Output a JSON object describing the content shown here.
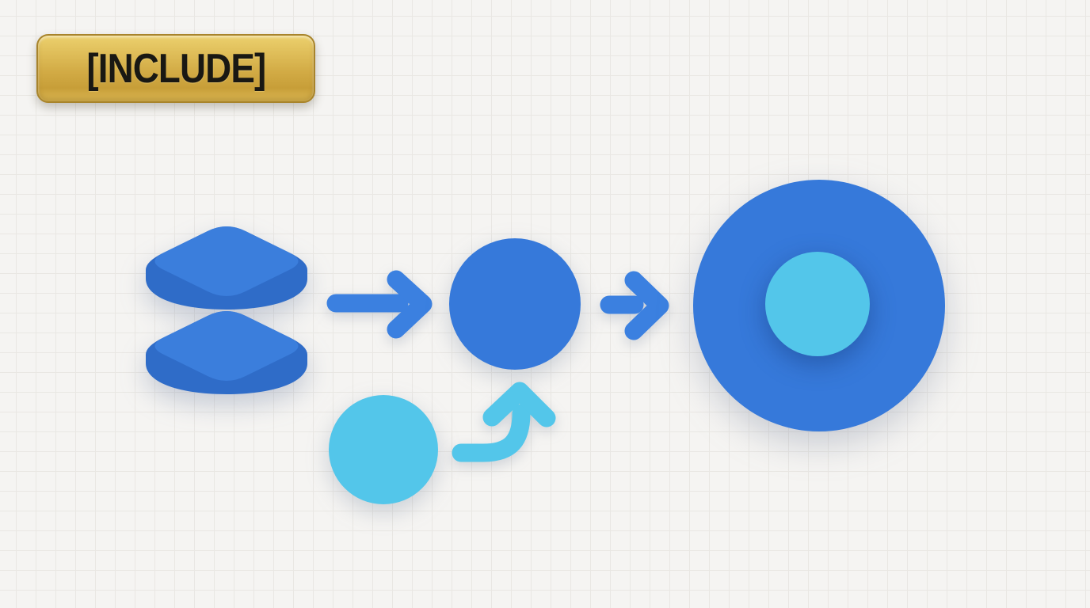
{
  "badge": {
    "label": "[INCLUDE]"
  },
  "colors": {
    "bg": "#F5F4F2",
    "grid": "#E9E7E3",
    "primary-blue": "#3679DA",
    "arrow-blue": "#3B80E0",
    "accent-cyan": "#53C6EA",
    "db-top": "#3B7EDC",
    "db-side": "#2F6CC8",
    "badge-gold-light": "#ECD06D",
    "badge-gold": "#D2AB45",
    "badge-gold-dark": "#C79E38",
    "badge-gold-lip": "#DDB955",
    "badge-border": "#A8842B",
    "badge-text": "#191813"
  },
  "diagram": {
    "nodes": [
      {
        "id": "database-stack",
        "shape": "stacked-3d-slabs",
        "color": "primary-blue"
      },
      {
        "id": "process-circle",
        "shape": "circle",
        "color": "primary-blue"
      },
      {
        "id": "input-circle",
        "shape": "circle",
        "color": "accent-cyan"
      },
      {
        "id": "output-ring",
        "shape": "circle-with-core",
        "color": "primary-blue",
        "core_color": "accent-cyan"
      }
    ],
    "edges": [
      {
        "from": "database-stack",
        "to": "process-circle",
        "style": "straight-arrow",
        "color": "arrow-blue"
      },
      {
        "from": "input-circle",
        "to": "process-circle",
        "style": "curved-arrow-up",
        "color": "accent-cyan"
      },
      {
        "from": "process-circle",
        "to": "output-ring",
        "style": "straight-arrow",
        "color": "arrow-blue"
      }
    ]
  }
}
